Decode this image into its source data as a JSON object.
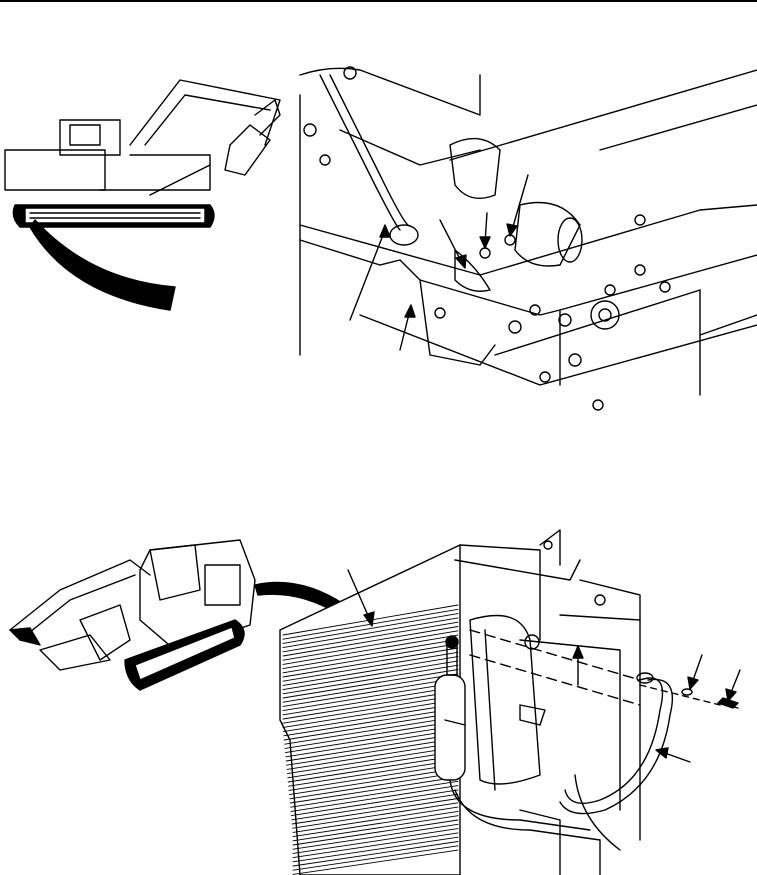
{
  "page": {
    "header_rule": true
  },
  "figures": [
    {
      "id": "top",
      "content": "excavator-underside-line-illustration"
    },
    {
      "id": "bottom",
      "content": "excavator-radiator-condenser-line-illustration"
    }
  ],
  "colors": {
    "ink": "#000000",
    "paper": "#ffffff"
  }
}
